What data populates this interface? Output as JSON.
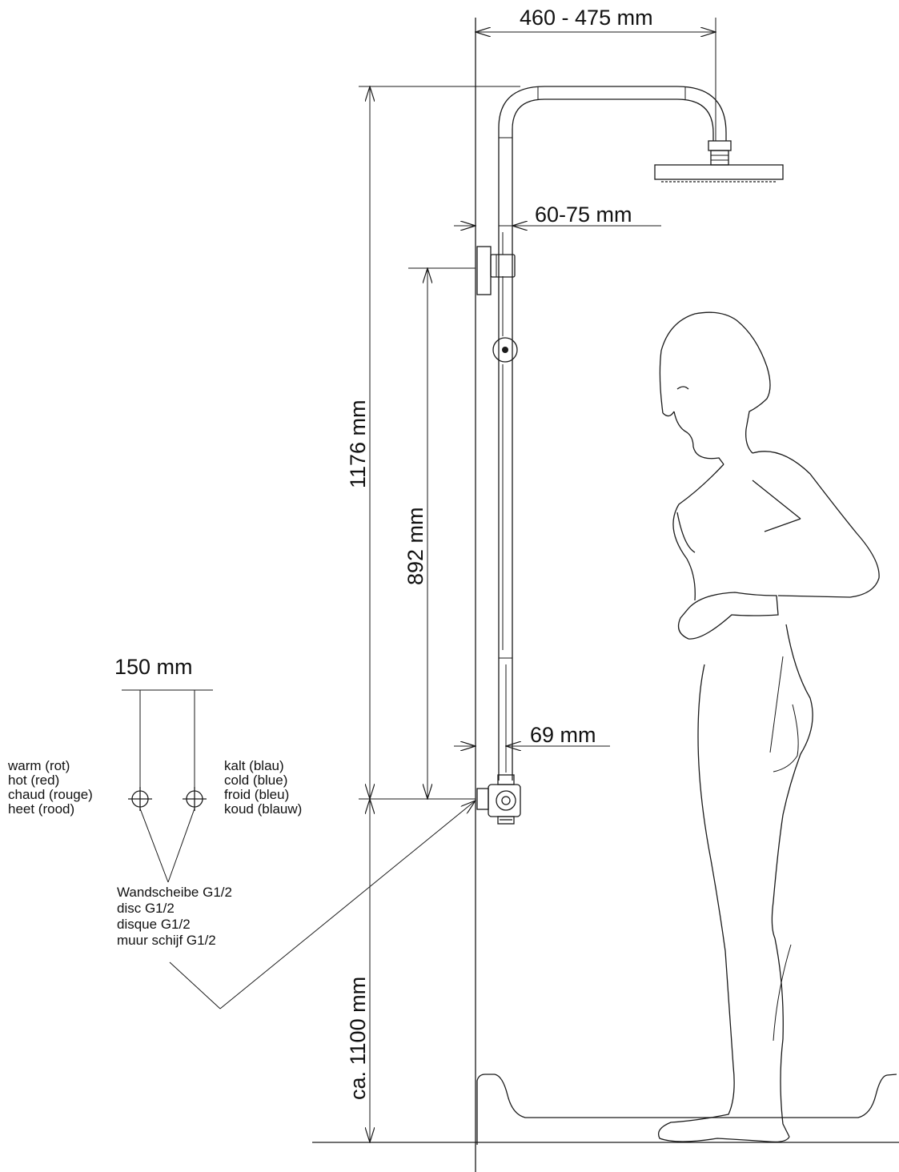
{
  "dimensions": {
    "arm_length": "460 - 475 mm",
    "total_height": "1176 mm",
    "wall_distance_top": "60-75 mm",
    "bracket_height": "892 mm",
    "wall_distance_bottom": "69 mm",
    "inlet_spacing": "150 mm",
    "mount_height": "ca. 1100 mm"
  },
  "labels": {
    "warm": [
      "warm (rot)",
      "hot (red)",
      "chaud (rouge)",
      "heet (rood)"
    ],
    "cold": [
      "kalt (blau)",
      "cold (blue)",
      "froid (bleu)",
      "koud (blauw)"
    ],
    "disc": [
      "Wandscheibe G1/2",
      "disc G1/2",
      "disque G1/2",
      "muur schijf G1/2"
    ]
  },
  "colors": {
    "line": "#1a1a1a",
    "background": "#ffffff"
  }
}
